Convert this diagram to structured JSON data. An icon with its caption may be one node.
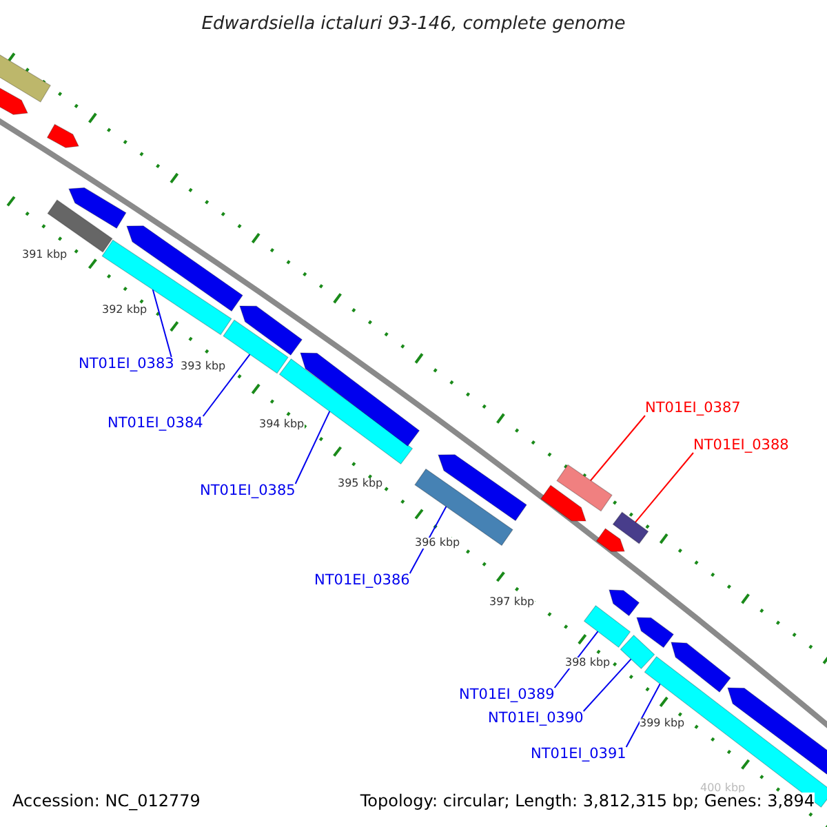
{
  "diagram": {
    "title": "Edwardsiella ictaluri 93-146, complete genome",
    "nodes": [
      {
        "text": [
          "NT01EI_0383"
        ]
      },
      {
        "text": [
          "NT01EI_0384"
        ]
      },
      {
        "text": [
          "NT01EI_0385"
        ]
      },
      {
        "text": [
          "NT01EI_0386"
        ]
      },
      {
        "text": [
          "NT01EI_0387"
        ]
      },
      {
        "text": [
          "NT01EI_0388"
        ]
      },
      {
        "text": [
          "NT01EI_0389"
        ]
      },
      {
        "text": [
          "NT01EI_0390"
        ]
      },
      {
        "text": [
          "NT01EI_0391"
        ]
      },
      {
        "text": [],
        "shape": "bar"
      },
      {
        "text": [],
        "shape": "bar"
      },
      {
        "text": [],
        "shape": "bar"
      },
      {
        "text": [],
        "shape": "bar"
      },
      {
        "text": [],
        "shape": "bar"
      },
      {
        "text": [],
        "shape": "bar"
      },
      {
        "text": [],
        "shape": "bar"
      },
      {
        "text": [],
        "shape": "bar"
      },
      {
        "text": [],
        "shape": "bar"
      },
      {
        "text": [],
        "shape": "bar"
      },
      {
        "text": [],
        "shape": "arrow"
      },
      {
        "text": [],
        "shape": "arrow"
      },
      {
        "text": [],
        "shape": "bar"
      },
      {
        "text": [],
        "shape": "arrow"
      },
      {
        "text": [],
        "shape": "arrow"
      },
      {
        "text": [],
        "shape": "arrow"
      },
      {
        "text": [],
        "shape": "arrow"
      },
      {
        "text": [],
        "shape": "arrow"
      },
      {
        "text": [],
        "shape": "arrow"
      },
      {
        "text": [],
        "shape": "arrow"
      },
      {
        "text": [],
        "shape": "arrow"
      },
      {
        "text": [],
        "shape": "arrow"
      },
      {
        "text": [],
        "shape": "arrow"
      },
      {
        "text": [],
        "shape": "arrow"
      }
    ],
    "edges": [
      {
        "from": 0,
        "to": 9,
        "arrow": "none"
      },
      {
        "from": 1,
        "to": 10,
        "arrow": "none"
      },
      {
        "from": 2,
        "to": 11,
        "arrow": "none"
      },
      {
        "from": 3,
        "to": 12,
        "arrow": "none"
      },
      {
        "from": 4,
        "to": 13,
        "arrow": "none",
        "color": "#ff0000"
      },
      {
        "from": 5,
        "to": 14,
        "arrow": "none",
        "color": "#ff0000"
      },
      {
        "from": 6,
        "to": 15,
        "arrow": "none"
      },
      {
        "from": 7,
        "to": 16,
        "arrow": "none"
      },
      {
        "from": 8,
        "to": 17,
        "arrow": "none"
      }
    ],
    "labels": [
      "391 kbp",
      "392 kbp",
      "393 kbp",
      "394 kbp",
      "395 kbp",
      "396 kbp",
      "397 kbp",
      "398 kbp",
      "399 kbp",
      "400 kbp",
      "Accession: NC_012779",
      "Topology: circular; Length: 3,812,315 bp; Genes: 3,894"
    ]
  }
}
